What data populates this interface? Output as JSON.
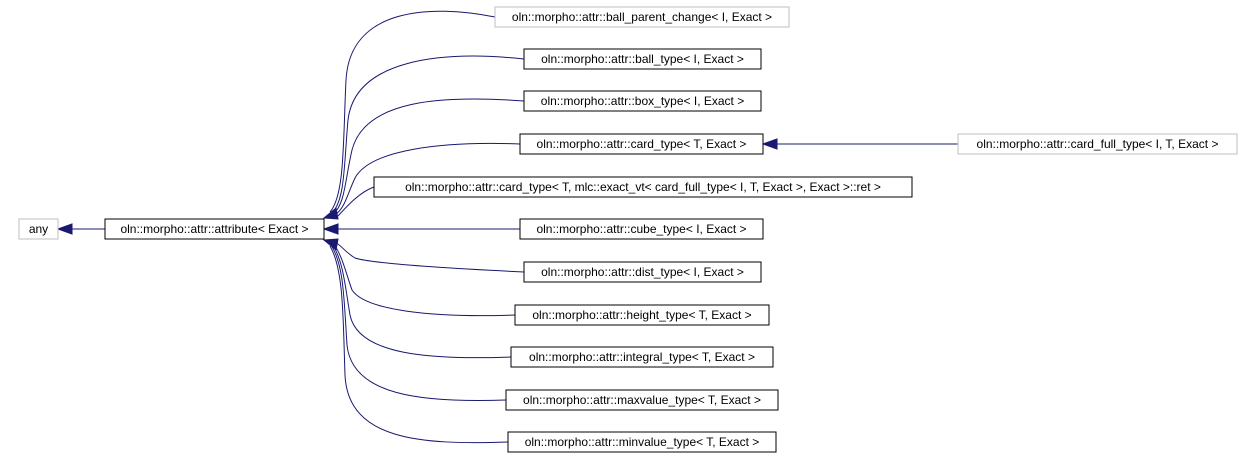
{
  "diagram": {
    "edge_color": "#191970",
    "nodes": {
      "any": "any",
      "attribute": "oln::morpho::attr::attribute< Exact >",
      "ball_parent_change": "oln::morpho::attr::ball_parent_change< I, Exact >",
      "ball_type": "oln::morpho::attr::ball_type< I, Exact >",
      "box_type": "oln::morpho::attr::box_type< I, Exact >",
      "card_type": "oln::morpho::attr::card_type< T, Exact >",
      "card_type_full": "oln::morpho::attr::card_type< T, mlc::exact_vt< card_full_type< I, T, Exact >, Exact >::ret >",
      "cube_type": "oln::morpho::attr::cube_type< I, Exact >",
      "dist_type": "oln::morpho::attr::dist_type< I, Exact >",
      "height_type": "oln::morpho::attr::height_type< T, Exact >",
      "integral_type": "oln::morpho::attr::integral_type< T, Exact >",
      "maxvalue_type": "oln::morpho::attr::maxvalue_type< T, Exact >",
      "minvalue_type": "oln::morpho::attr::minvalue_type< T, Exact >",
      "card_full_type": "oln::morpho::attr::card_full_type< I, T, Exact >"
    }
  }
}
